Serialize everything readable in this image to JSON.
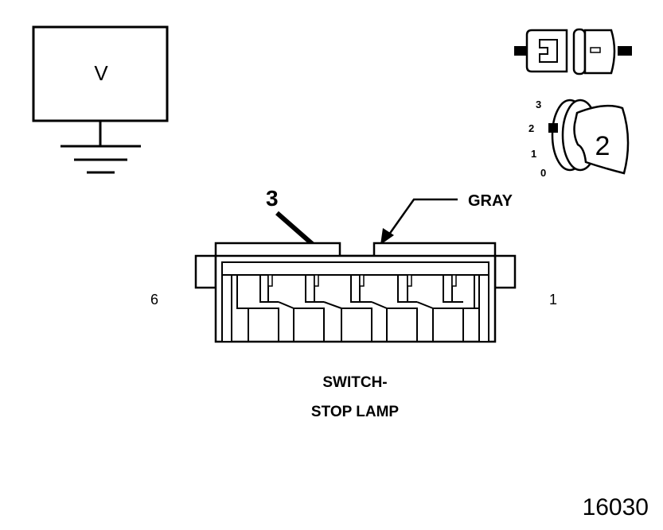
{
  "meter": {
    "label": "V"
  },
  "switch_icon": {
    "positions": [
      "3",
      "2",
      "1",
      "0"
    ],
    "key_number": "2"
  },
  "callout": {
    "pin_number": "3",
    "wire_color": "GRAY"
  },
  "connector": {
    "left_pin": "6",
    "right_pin": "1",
    "title_line1": "SWITCH-",
    "title_line2": "STOP LAMP"
  },
  "figure_id": "16030"
}
